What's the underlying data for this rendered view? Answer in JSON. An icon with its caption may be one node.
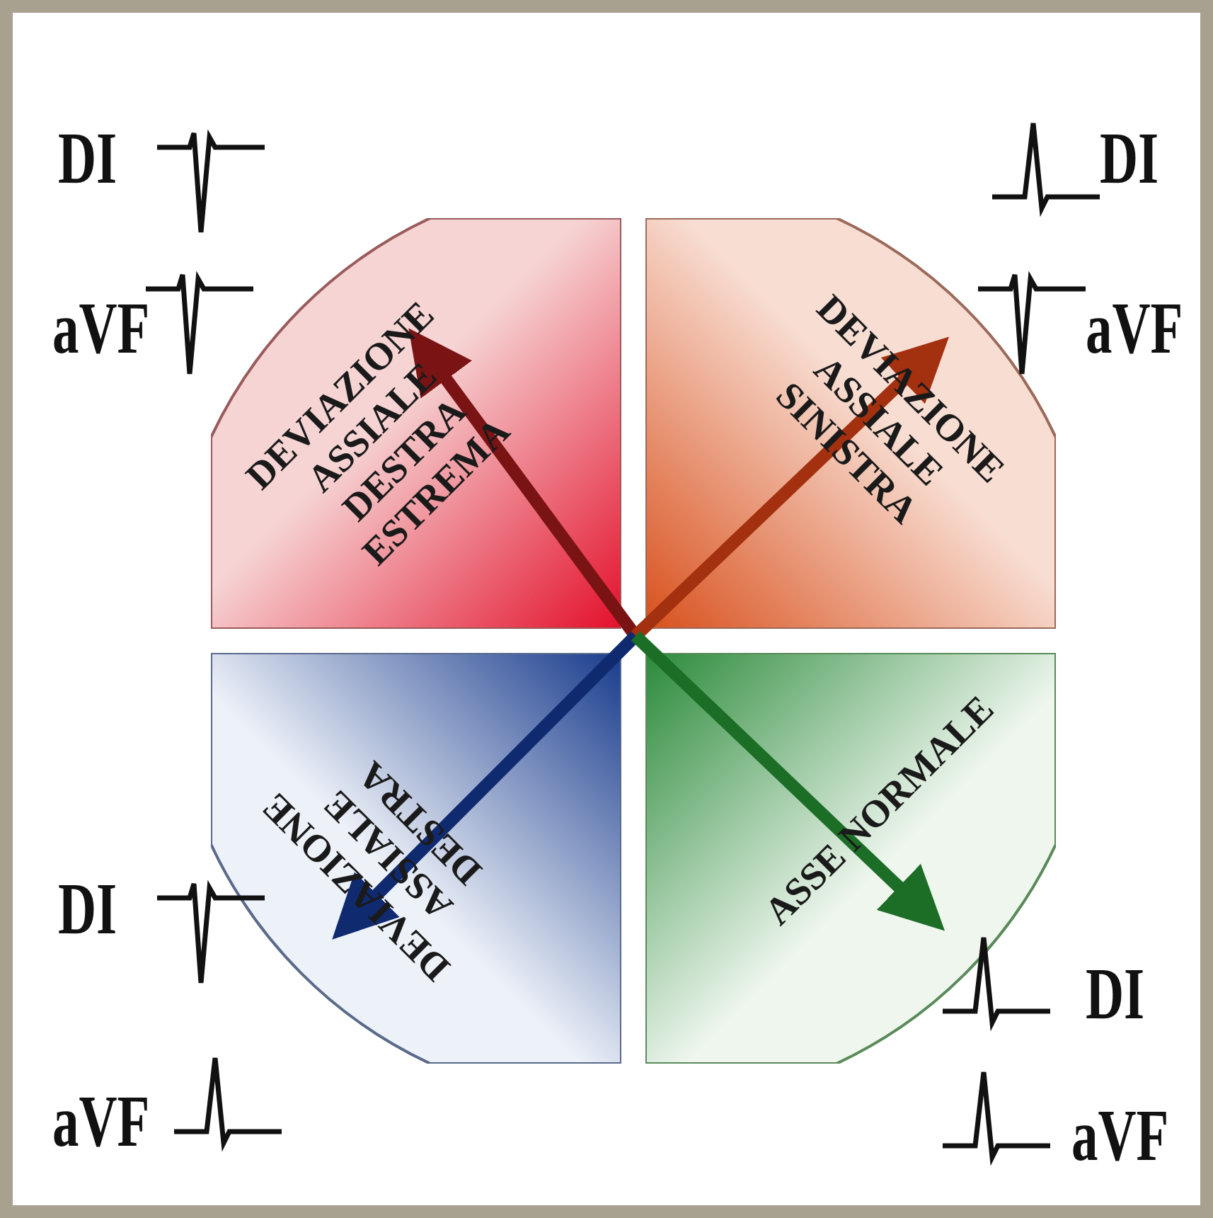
{
  "diagram": {
    "nodes": [
      {
        "text": [
          "DEVIAZIONE ASSIALE DESTRA ESTREMA"
        ]
      },
      {
        "text": [
          "DEVIAZIONE ASSIALE SINISTRA"
        ]
      },
      {
        "text": [
          "DEVIAZIONE ASSIALE DESTRA"
        ]
      },
      {
        "text": [
          "ASSE NORMALE"
        ]
      }
    ],
    "labels": [
      "DI",
      "DI",
      "aVF",
      "aVF",
      "DI",
      "DI",
      "aVF",
      "aVF"
    ]
  }
}
